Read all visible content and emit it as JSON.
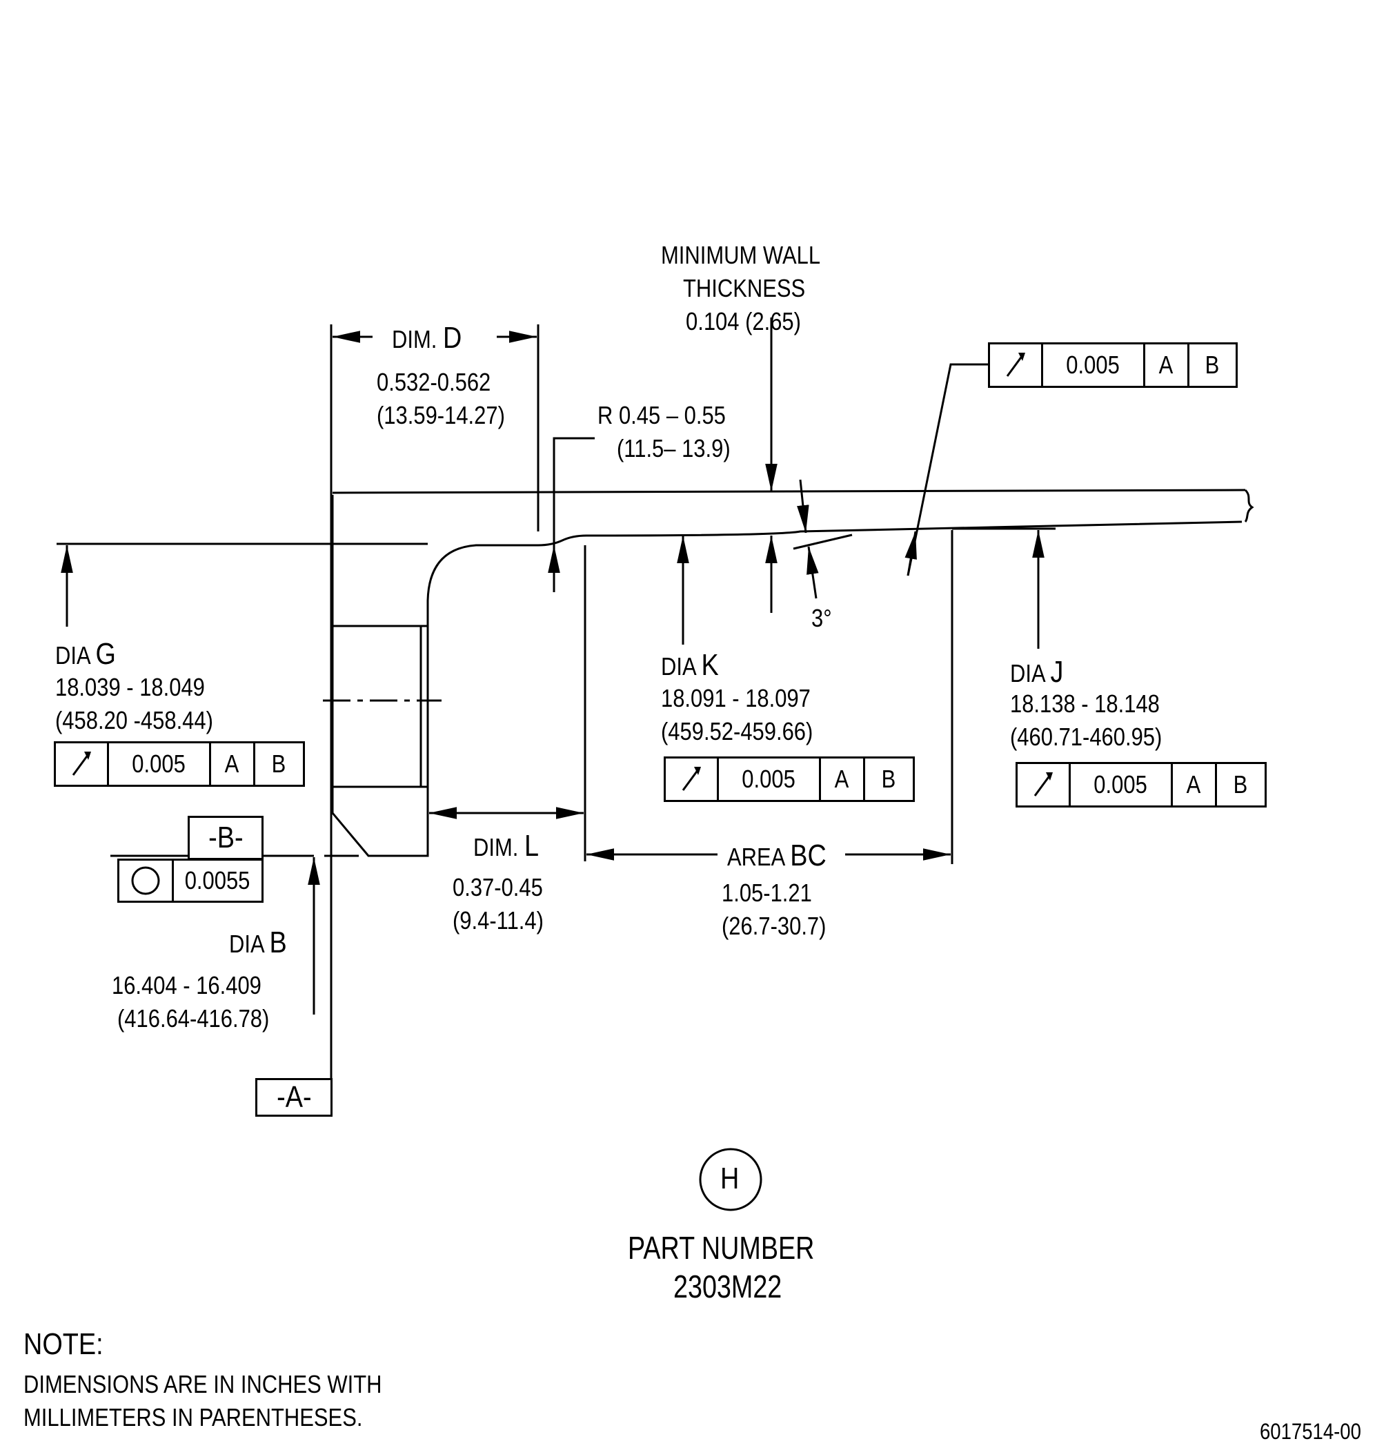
{
  "callouts": {
    "dim_d": {
      "prefix": "DIM.",
      "letter": "D",
      "value_in": "0.532-0.562",
      "value_mm": "(13.59-14.27)"
    },
    "radius": {
      "line1": "R 0.45 – 0.55",
      "line2": "(11.5– 13.9)"
    },
    "min_wall": {
      "line1": "MINIMUM WALL",
      "line2": "THICKNESS",
      "line3": "0.104 (2.65)"
    },
    "dia_g": {
      "prefix": "DIA",
      "letter": "G",
      "value_in": "18.039 - 18.049",
      "value_mm": "(458.20 -458.44)"
    },
    "dia_k": {
      "prefix": "DIA",
      "letter": "K",
      "value_in": "18.091 - 18.097",
      "value_mm": "(459.52-459.66)"
    },
    "dia_j": {
      "prefix": "DIA",
      "letter": "J",
      "value_in": "18.138 - 18.148",
      "value_mm": "(460.71-460.95)"
    },
    "dim_l": {
      "prefix": "DIM.",
      "letter": "L",
      "value_in": "0.37-0.45",
      "value_mm": "(9.4-11.4)"
    },
    "area_bc": {
      "prefix": "AREA",
      "letter": "BC",
      "value_in": "1.05-1.21",
      "value_mm": "(26.7-30.7)"
    },
    "dia_b": {
      "prefix": "DIA",
      "letter": "B",
      "value_in": "16.404 - 16.409",
      "value_mm": "(416.64-416.78)"
    },
    "angle": "3°"
  },
  "frames": {
    "runout_top": {
      "tolerance": "0.005",
      "datum1": "A",
      "datum2": "B",
      "symbol": "runout-arrow-icon"
    },
    "runout_g": {
      "tolerance": "0.005",
      "datum1": "A",
      "datum2": "B",
      "symbol": "runout-arrow-icon"
    },
    "runout_k": {
      "tolerance": "0.005",
      "datum1": "A",
      "datum2": "B",
      "symbol": "runout-arrow-icon"
    },
    "runout_j": {
      "tolerance": "0.005",
      "datum1": "A",
      "datum2": "B",
      "symbol": "runout-arrow-icon"
    },
    "circularity": {
      "tolerance": "0.0055",
      "symbol": "circularity-circle-icon"
    }
  },
  "datums": {
    "b": "-B-",
    "a": "-A-"
  },
  "part": {
    "circle_label": "H",
    "title": "PART NUMBER",
    "number": "2303M22"
  },
  "note": {
    "title": "NOTE:",
    "line1": "DIMENSIONS ARE IN INCHES WITH",
    "line2": "MILLIMETERS IN PARENTHESES."
  },
  "drawing_id": "6017514-00"
}
